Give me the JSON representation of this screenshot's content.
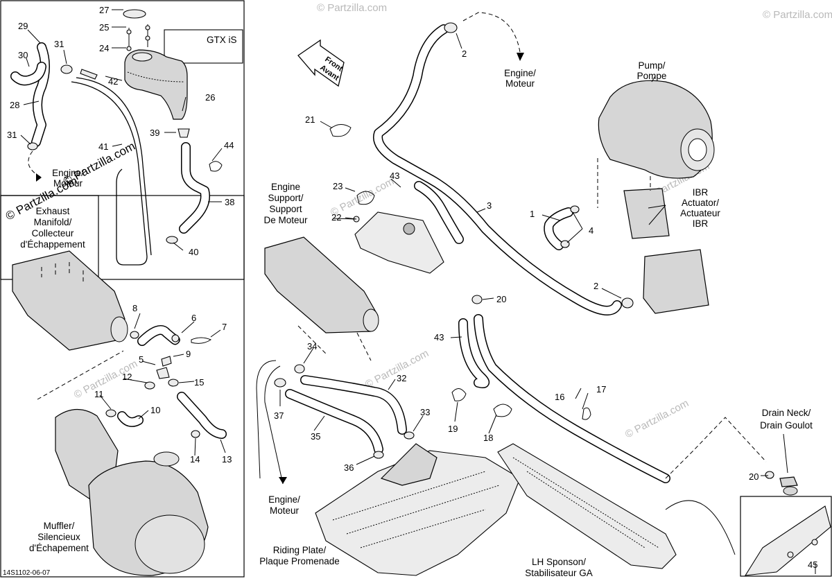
{
  "drawing_code": "14S1102-06-07",
  "inset_gtx": "GTX iS",
  "front_arrow": {
    "line1": "Front",
    "line2": "Avant"
  },
  "watermark": "© Partzilla.com",
  "labels": {
    "engine1": [
      "Engine/",
      "Moteur"
    ],
    "engine2": [
      "Engine/",
      "Moteur"
    ],
    "engine3": [
      "Engine/",
      "Moteur"
    ],
    "pump": [
      "Pump/",
      "Pompe"
    ],
    "ibr": [
      "IBR",
      "Actuator/",
      "Actuateur",
      "IBR"
    ],
    "engine_support": [
      "Engine",
      "Support/",
      "Support",
      "De Moteur"
    ],
    "exhaust": [
      "Exhaust",
      "Manifold/",
      "Collecteur",
      "d'Échappement"
    ],
    "muffler": [
      "Muffler/",
      "Silencieux",
      "d'Échapement"
    ],
    "riding_plate": [
      "Riding Plate/",
      "Plaque Promenade"
    ],
    "sponson": [
      "LH Sponson/",
      "Stabilisateur GA"
    ],
    "drain": [
      "Drain Neck/",
      "Drain Goulot"
    ]
  },
  "callouts": {
    "c27": "27",
    "c25": "25",
    "c24": "24",
    "c29": "29",
    "c30": "30",
    "c31a": "31",
    "c42": "42",
    "c28": "28",
    "c26": "26",
    "c39": "39",
    "c31b": "31",
    "c41": "41",
    "c44": "44",
    "c38": "38",
    "c40": "40",
    "c2a": "2",
    "c21": "21",
    "c23": "23",
    "c43a": "43",
    "c3": "3",
    "c22": "22",
    "c1": "1",
    "c4": "4",
    "c2b": "2",
    "c20a": "20",
    "c8": "8",
    "c6": "6",
    "c7": "7",
    "c5": "5",
    "c9": "9",
    "c12": "12",
    "c15": "15",
    "c11": "11",
    "c10": "10",
    "c14": "14",
    "c13": "13",
    "c34": "34",
    "c32": "32",
    "c37": "37",
    "c33": "33",
    "c35": "35",
    "c36": "36",
    "c43b": "43",
    "c19": "19",
    "c17": "17",
    "c16": "16",
    "c18": "18",
    "c20b": "20",
    "c45": "45"
  }
}
